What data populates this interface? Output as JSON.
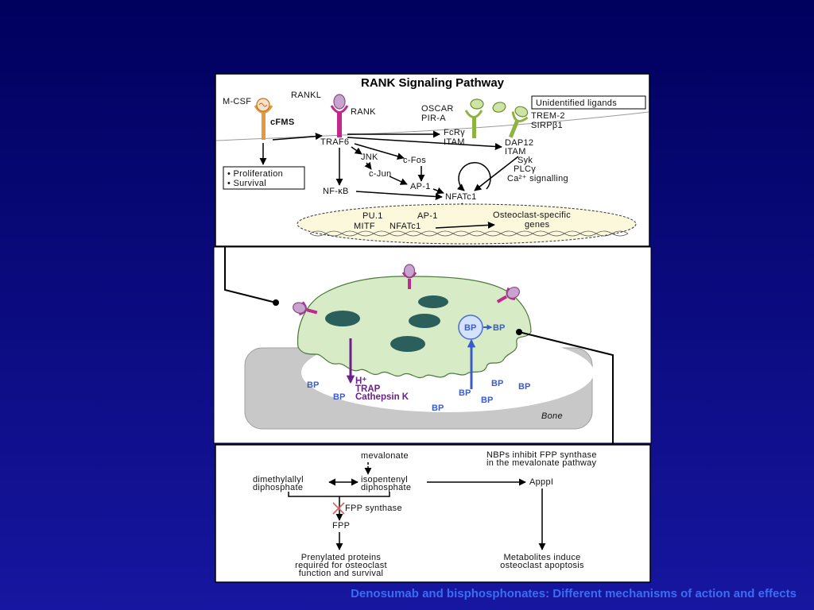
{
  "slide": {
    "caption": "Denosumab and bisphosphonates: Different mechanisms of action and effects"
  },
  "colors": {
    "background_top": "#00005e",
    "background_bottom": "#1616a0",
    "caption": "#3b6df4",
    "rank_receptor": "#c0288c",
    "rankl_ligand": "#c9a3cf",
    "mcsf": "#e39a3c",
    "oscar_trem": "#8db341",
    "nucleus_fill": "#fbf8dc",
    "osteoclast_cell": "#d6ebc6",
    "osteoclast_nuclei": "#2a5f5c",
    "bone": "#c8c8c8",
    "bp_blue": "#3a5cc8",
    "secretion_purple": "#6d1f8c",
    "inhibition_cross": "#e05a5a"
  },
  "rank_panel": {
    "title": "RANK Signaling Pathway",
    "mcsf": "M-CSF",
    "rankl": "RANKL",
    "rank": "RANK",
    "cfms": "cFMS",
    "oscar": "OSCAR",
    "pira": "PIR-A",
    "unidentified_ligands": "Unidentified ligands",
    "trem2": "TREM-2",
    "sirpb1": "SIRPβ1",
    "fcrg": "FcRγ",
    "itam_fcrg": "ITAM",
    "traf6": "TRAF6",
    "dap12": "DAP12",
    "itam_dap12": "ITAM",
    "jnk": "JNK",
    "cfos": "c-Fos",
    "syk": "Syk",
    "plcg": "PLCγ",
    "ca_signalling": "Ca²⁺ signalling",
    "cjun": "c-Jun",
    "ap1": "AP-1",
    "nfkb": "NF-κB",
    "nfatc1": "NFATc1",
    "outcomes": [
      "• Proliferation",
      "• Survival"
    ],
    "nucleus": {
      "pu1": "PU.1",
      "ap1": "AP-1",
      "mitf": "MITF",
      "nfatc1": "NFATc1",
      "genes_line1": "Osteoclast-specific",
      "genes_line2": "genes"
    }
  },
  "osteoclast_panel": {
    "h_plus": "H⁺",
    "trap": "TRAP",
    "cathepsin_k": "Cathepsin K",
    "bp_internalized": "BP",
    "bp_released": "BP",
    "bp_bone": [
      "BP",
      "BP",
      "BP",
      "BP",
      "BP",
      "BP",
      "BP"
    ],
    "bone": "Bone"
  },
  "mevalonate_panel": {
    "mevalonate": "mevalonate",
    "note_line1": "NBPs inhibit FPP synthase",
    "note_line2": "in the mevalonate pathway",
    "dimethylallyl_line1": "dimethylallyl",
    "dimethylallyl_line2": "diphosphate",
    "isopentenyl_line1": "isopentenyl",
    "isopentenyl_line2": "diphosphate",
    "appp_i": "ApppI",
    "fpp_synthase": "FPP synthase",
    "fpp": "FPP",
    "prenylated_line1": "Prenylated proteins",
    "prenylated_line2": "required for osteoclast",
    "prenylated_line3": "function and survival",
    "metabolites_line1": "Metabolites induce",
    "metabolites_line2": "osteoclast apoptosis"
  }
}
